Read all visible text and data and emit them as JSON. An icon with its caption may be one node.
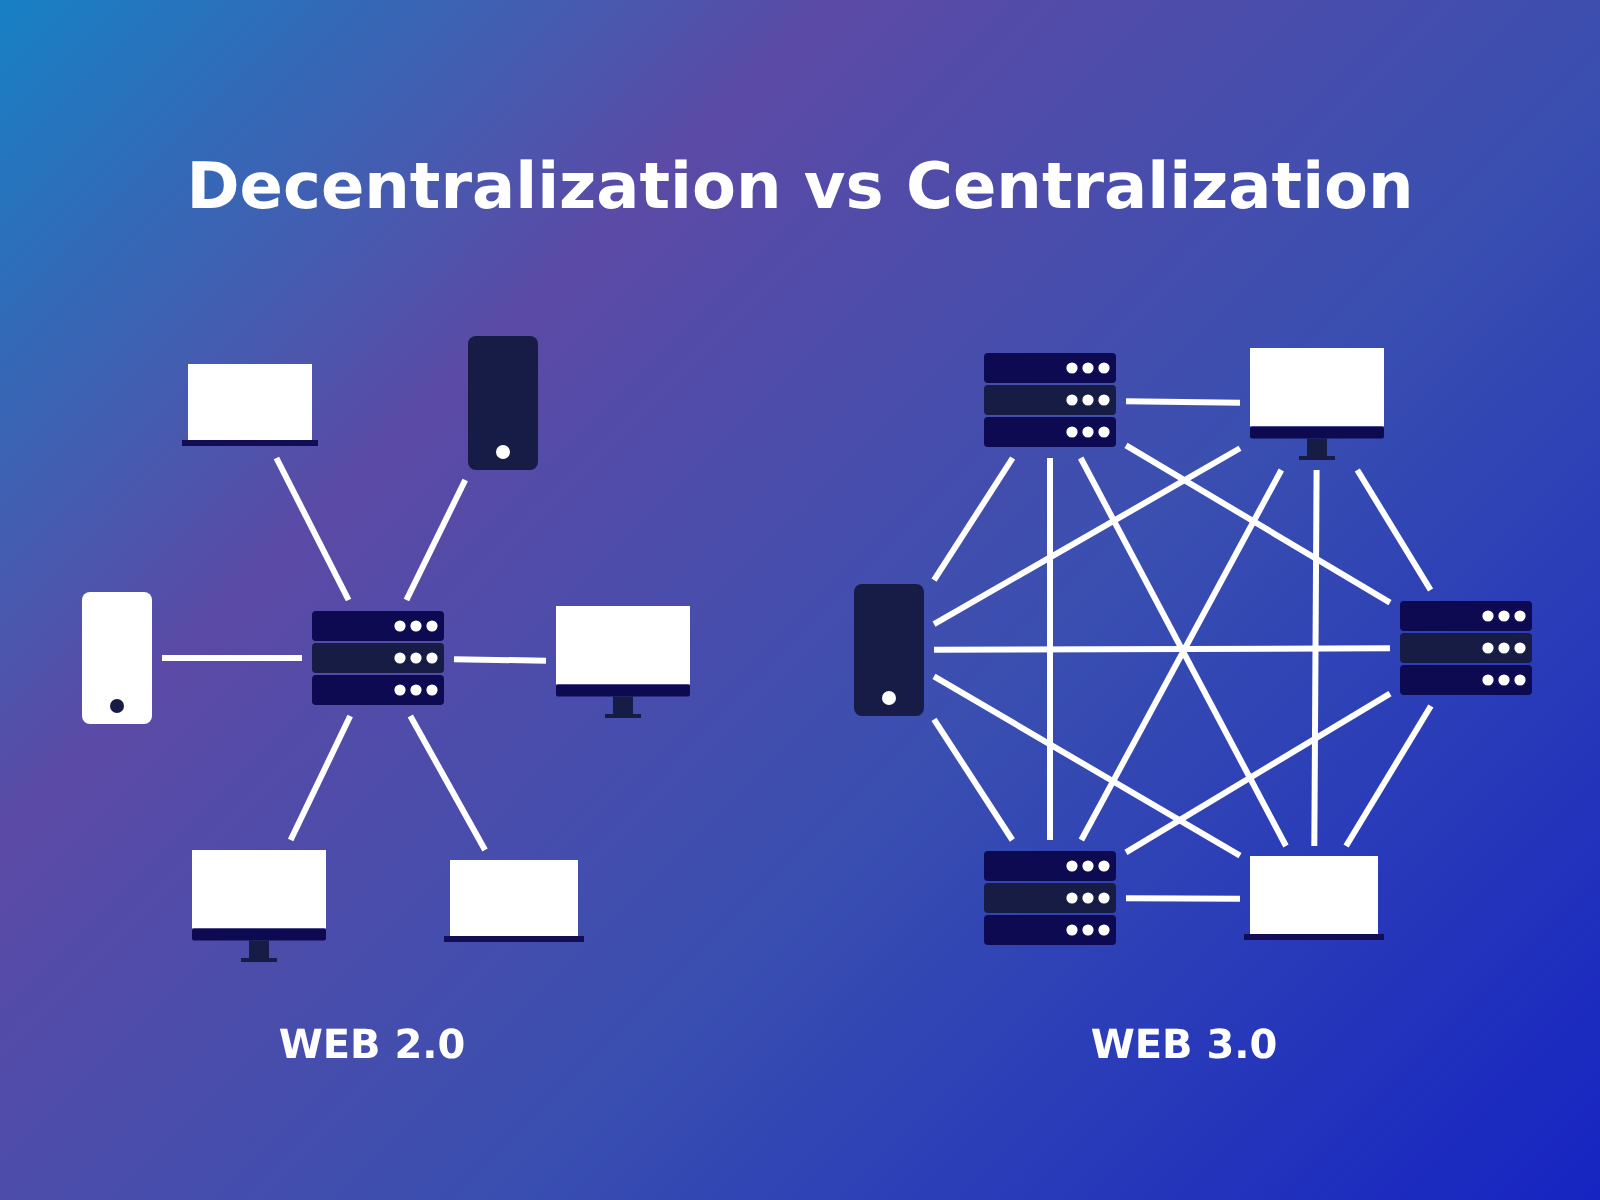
{
  "diagram": {
    "title": "Decentralization vs Centralization",
    "nodes": [
      {
        "text": [],
        "shape": "laptop"
      },
      {
        "text": [],
        "shape": "phone"
      },
      {
        "text": [],
        "shape": "phone"
      },
      {
        "text": [],
        "shape": "server"
      },
      {
        "text": [],
        "shape": "monitor"
      },
      {
        "text": [],
        "shape": "monitor"
      },
      {
        "text": [],
        "shape": "laptop"
      },
      {
        "text": [],
        "shape": "server"
      },
      {
        "text": [],
        "shape": "monitor"
      },
      {
        "text": [],
        "shape": "phone"
      },
      {
        "text": [],
        "shape": "server"
      },
      {
        "text": [],
        "shape": "server"
      },
      {
        "text": [],
        "shape": "laptop"
      }
    ],
    "edges": [
      {
        "from": 3,
        "to": 0,
        "arrow": "none"
      },
      {
        "from": 3,
        "to": 1,
        "arrow": "none"
      },
      {
        "from": 3,
        "to": 2,
        "arrow": "none"
      },
      {
        "from": 3,
        "to": 4,
        "arrow": "none"
      },
      {
        "from": 3,
        "to": 5,
        "arrow": "none"
      },
      {
        "from": 3,
        "to": 6,
        "arrow": "none"
      },
      {
        "from": 7,
        "to": 8,
        "arrow": "none"
      },
      {
        "from": 7,
        "to": 9,
        "arrow": "none"
      },
      {
        "from": 7,
        "to": 10,
        "arrow": "none"
      },
      {
        "from": 7,
        "to": 11,
        "arrow": "none"
      },
      {
        "from": 7,
        "to": 12,
        "arrow": "none"
      },
      {
        "from": 8,
        "to": 9,
        "arrow": "none"
      },
      {
        "from": 8,
        "to": 10,
        "arrow": "none"
      },
      {
        "from": 8,
        "to": 11,
        "arrow": "none"
      },
      {
        "from": 8,
        "to": 12,
        "arrow": "none"
      },
      {
        "from": 9,
        "to": 10,
        "arrow": "none"
      },
      {
        "from": 9,
        "to": 11,
        "arrow": "none"
      },
      {
        "from": 9,
        "to": 12,
        "arrow": "none"
      },
      {
        "from": 10,
        "to": 11,
        "arrow": "none"
      },
      {
        "from": 10,
        "to": 12,
        "arrow": "none"
      },
      {
        "from": 11,
        "to": 12,
        "arrow": "none"
      }
    ],
    "labels": [
      "WEB 2.0",
      "WEB 3.0"
    ]
  }
}
